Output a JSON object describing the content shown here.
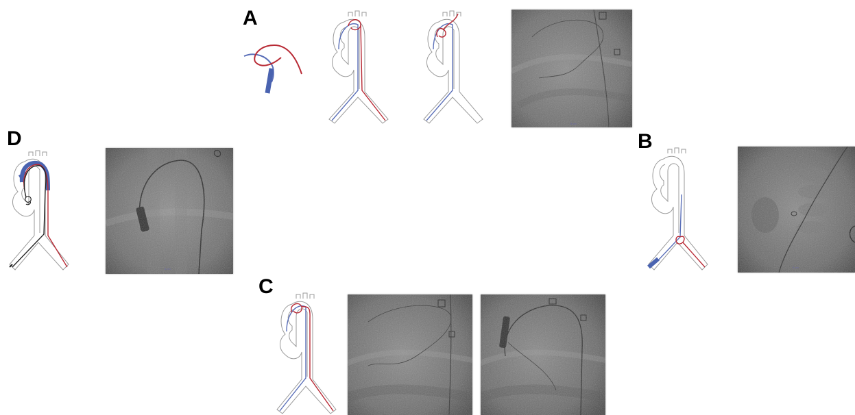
{
  "figure": {
    "panels": [
      {
        "label": "A"
      },
      {
        "label": "B"
      },
      {
        "label": "C"
      },
      {
        "label": "D"
      }
    ]
  },
  "colors": {
    "blue_wire": "#5a6fb8",
    "red_wire": "#b82a35",
    "black_wire": "#222222",
    "device_blue": "#4a63b0",
    "aorta_outline": "#9a9a9a",
    "background": "#ffffff"
  },
  "icons": {
    "wire_loop": "wire-snare-loop-icon"
  }
}
